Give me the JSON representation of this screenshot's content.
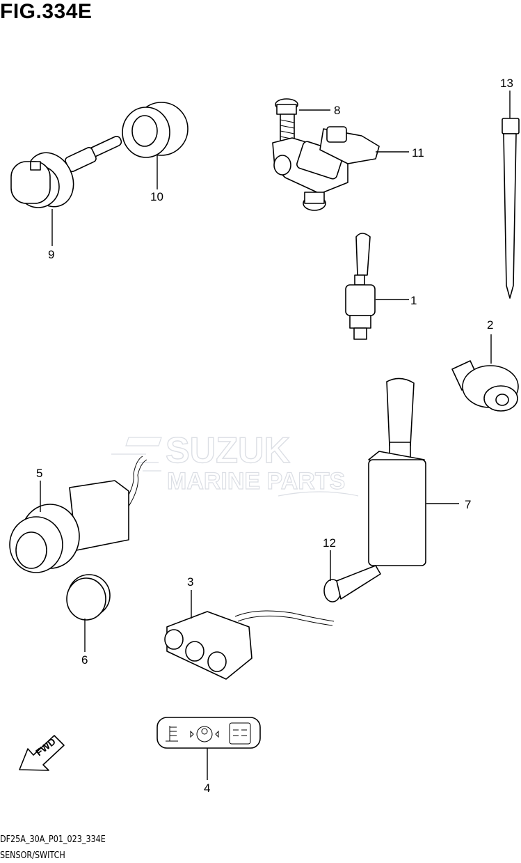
{
  "figure": {
    "title": "FIG.334E",
    "code": "DF25A_30A_P01_023_334E",
    "subtitle": "SENSOR/SWITCH"
  },
  "callouts": [
    "1",
    "2",
    "3",
    "4",
    "5",
    "6",
    "7",
    "8",
    "9",
    "10",
    "11",
    "12",
    "13"
  ],
  "watermark": {
    "line1": "SUZUK",
    "line2": "MARINE PARTS"
  },
  "direction_arrow": {
    "label": "FWD"
  }
}
